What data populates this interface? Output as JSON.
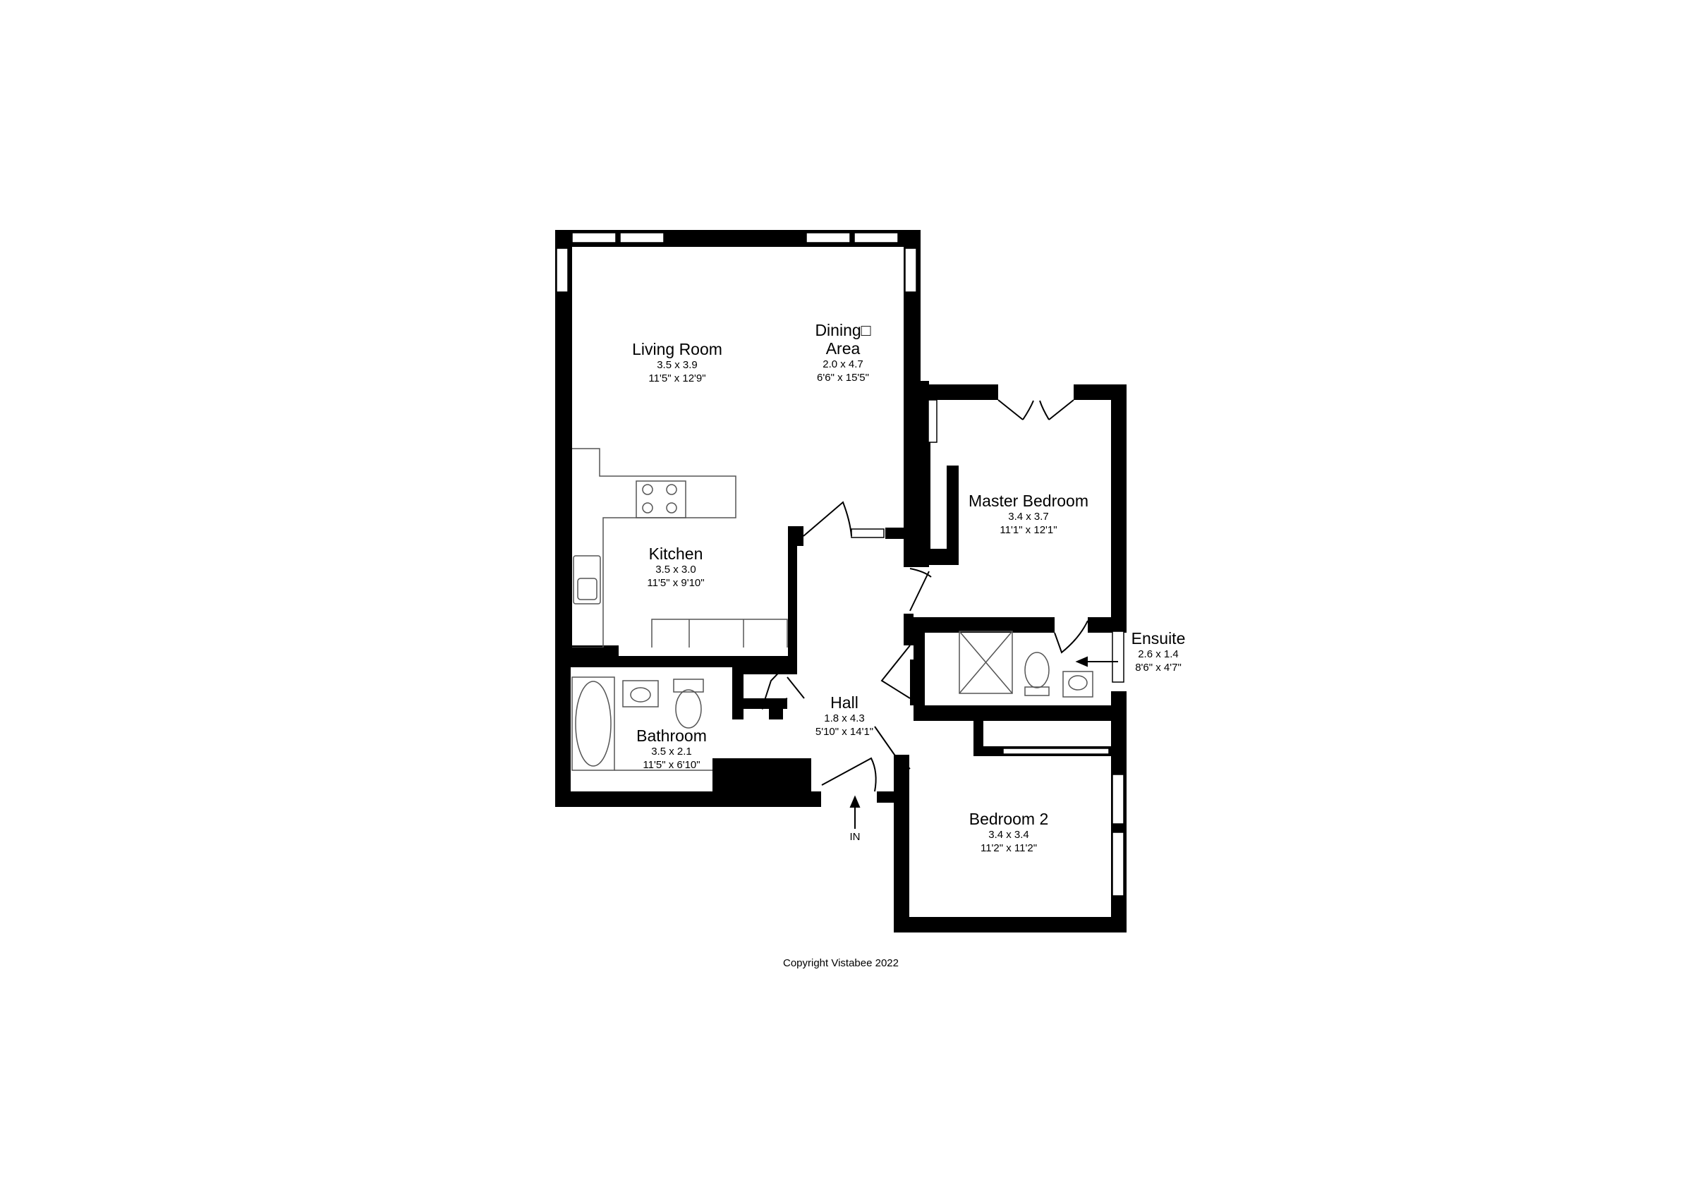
{
  "rooms": {
    "living_room": {
      "name": "Living Room",
      "metric": "3.5 x 3.9",
      "imperial": "11'5\" x 12'9\""
    },
    "dining_area": {
      "name_line1": "Dining□",
      "name_line2": "Area",
      "metric": "2.0 x 4.7",
      "imperial": "6'6\" x 15'5\""
    },
    "kitchen": {
      "name": "Kitchen",
      "metric": "3.5 x 3.0",
      "imperial": "11'5\" x 9'10\""
    },
    "master_bedroom": {
      "name": "Master Bedroom",
      "metric": "3.4 x 3.7",
      "imperial": "11'1\" x 12'1\""
    },
    "ensuite": {
      "name": "Ensuite",
      "metric": "2.6 x 1.4",
      "imperial": "8'6\" x 4'7\""
    },
    "hall": {
      "name": "Hall",
      "metric": "1.8 x 4.3",
      "imperial": "5'10\" x 14'1\""
    },
    "bathroom": {
      "name": "Bathroom",
      "metric": "3.5 x 2.1",
      "imperial": "11'5\" x 6'10\""
    },
    "bedroom_2": {
      "name": "Bedroom 2",
      "metric": "3.4 x 3.4",
      "imperial": "11'2\" x 11'2\""
    }
  },
  "entrance_label": "IN",
  "copyright": "Copyright Vistabee 2022",
  "colors": {
    "wall": "#000000",
    "fixture_line": "#555555",
    "background": "#ffffff"
  }
}
